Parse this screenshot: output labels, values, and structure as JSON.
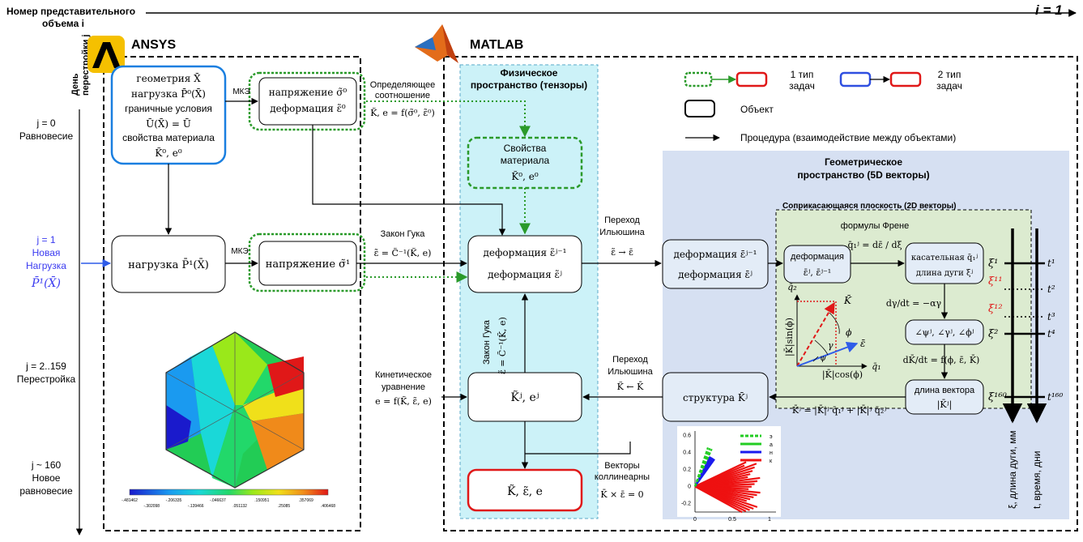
{
  "header": {
    "rve_label_1": "Номер представительного",
    "rve_label_2": "объема i",
    "i_value": "i = 1",
    "day_label_1": "День",
    "day_label_2": "перестройки j"
  },
  "timeline": {
    "j0": "j = 0",
    "j0_text": "Равновесие",
    "j1": "j = 1",
    "j1_text1": "Новая",
    "j1_text2": "Нагрузка",
    "j1_load": "P̄¹(X̄)",
    "j2": "j = 2..159",
    "j2_text": "Перестройка",
    "j160": "j ~ 160",
    "j160_text1": "Новое",
    "j160_text2": "равновесие"
  },
  "panels": {
    "ansys": "ANSYS",
    "matlab": "MATLAB",
    "physical_title_1": "Физическое",
    "physical_title_2": "пространство (тензоры)",
    "geometric_title_1": "Геометрическое",
    "geometric_title_2": "пространство (5D векторы)",
    "osculating_title": "Соприкасающаяся плоскость (2D векторы)"
  },
  "legend": {
    "type1_1": "1 тип",
    "type1_2": "задач",
    "type2_1": "2 тип",
    "type2_2": "задач",
    "object": "Объект",
    "procedure": "Процедура (взаимодействие между объектами)"
  },
  "boxes": {
    "init_1": "геометрия X̄",
    "init_2": "нагрузка P̄⁰(X̄)",
    "init_3": "граничные условия",
    "init_4": "Ū(X̄) = Ū",
    "init_5": "свойства материала",
    "init_6": "K̃⁰, e⁰",
    "stress0_1": "напряжение σ̃⁰",
    "stress0_2": "деформация ε̃⁰",
    "load1": "нагрузка P̄¹(X̄)",
    "stress1": "напряжение σ̃¹",
    "props_1": "Свойства",
    "props_2": "материала",
    "props_3": "K̃⁰, e⁰",
    "def_1": "деформация ε̃ʲ⁻¹",
    "def_2": "деформация ε̃ʲ",
    "kj": "K̃ʲ, eʲ",
    "final": "K̃, ε̃, e",
    "gdef_1": "деформация ε̄ʲ⁻¹",
    "gdef_2": "деформация ε̄ʲ",
    "ldef_1": "деформация",
    "ldef_2": "ε̄ʲ, ε̄ʲ⁻¹",
    "tan_1": "касательная q̄₁ʲ",
    "tan_2": "длина дуги ξʲ",
    "angles": "∠ψʲ, ∠γʲ, ∠ϕʲ",
    "len_1": "длина вектора",
    "len_2": "|K̄ʲ|",
    "struct": "структура K̄ʲ"
  },
  "labels": {
    "mke1": "МКЭ",
    "mke2": "МКЭ",
    "constitutive_1": "Определяющее",
    "constitutive_2": "соотношение",
    "constitutive_eq": "K̃, e = f(σ̃⁰, ε̃⁰)",
    "hooke_top": "Закон Гука",
    "hooke_top_eq": "ε̃ = C̃⁻¹(K̃, e)",
    "ilyushin_1": "Переход",
    "ilyushin_2": "Ильюшина",
    "ilyushin_eq": "ε̃ → ε̄",
    "ilyushin_b1": "Переход",
    "ilyushin_b2": "Ильюшина",
    "ilyushin_beq": "K̃ ← K̄",
    "hooke_vert": "Закон Гука",
    "hooke_vert_eq": "ε̃ = C̃⁻¹(K̃, e)",
    "kinetic_1": "Кинетическое",
    "kinetic_2": "уравнение",
    "kinetic_eq": "e = f(K̃, ε̃, e)",
    "collinear_1": "Векторы",
    "collinear_2": "коллинеарны",
    "collinear_eq": "K̄ × ε̄ = 0",
    "frenet_title": "формулы Френе",
    "frenet_eq": "q̄₁ʲ = dε̄ / dξ",
    "gamma_eq": "dγ/dt = −αγ",
    "k_eq": "dK̄/dt = f(ϕ, ε̄, K̄)",
    "struct_eq": "K̄ʲ = |K̄|ʲ q̄₁ʲ + |K̄|ʲ q̄₂ʲ"
  },
  "vector_diagram": {
    "q2": "q̄₂",
    "q1": "q̄₁",
    "K": "K̄",
    "eps": "ε̄",
    "phi": "ϕ",
    "gamma": "γ",
    "psi": "ψ",
    "sin": "|K̄|sin(ϕ)",
    "cos": "|K̄|cos(ϕ)"
  },
  "time_axis": {
    "xi_labels": [
      "ξ¹",
      "ξ¹¹",
      "ξ¹²",
      "ξ²",
      "ξ¹⁶⁰"
    ],
    "t_labels": [
      "t¹",
      "t²",
      "t³",
      "t⁴",
      "t¹⁶⁰"
    ],
    "xi_axis": "ξ, длина дуги, мм",
    "t_axis": "t, время, дни"
  },
  "mini_chart": {
    "y_ticks": [
      "0.6",
      "0.4",
      "0.2",
      "0",
      "-0.2"
    ],
    "x_ticks": [
      "0",
      "0.5",
      "1"
    ],
    "legend": [
      "э",
      "a",
      "н",
      "к"
    ],
    "colors": [
      "#22cc22",
      "#22cc22",
      "#1a1aee",
      "#ee1111"
    ]
  },
  "contour": {
    "colorbar_labels": [
      "-.481462",
      "-.302098",
      "-.206335",
      "-.139466",
      "-.046637",
      ".051132",
      ".150951",
      ".25085",
      ".357069",
      ".406468"
    ]
  },
  "colors": {
    "blue_box": "#1a7fe0",
    "green_dash": "#2a9a2a",
    "red_box": "#e01818",
    "physical_bg": "#ccf2f8",
    "geometric_bg": "#d6e0f2",
    "osculating_bg": "#dcebd0",
    "node_bg": "#e3ecf7"
  }
}
